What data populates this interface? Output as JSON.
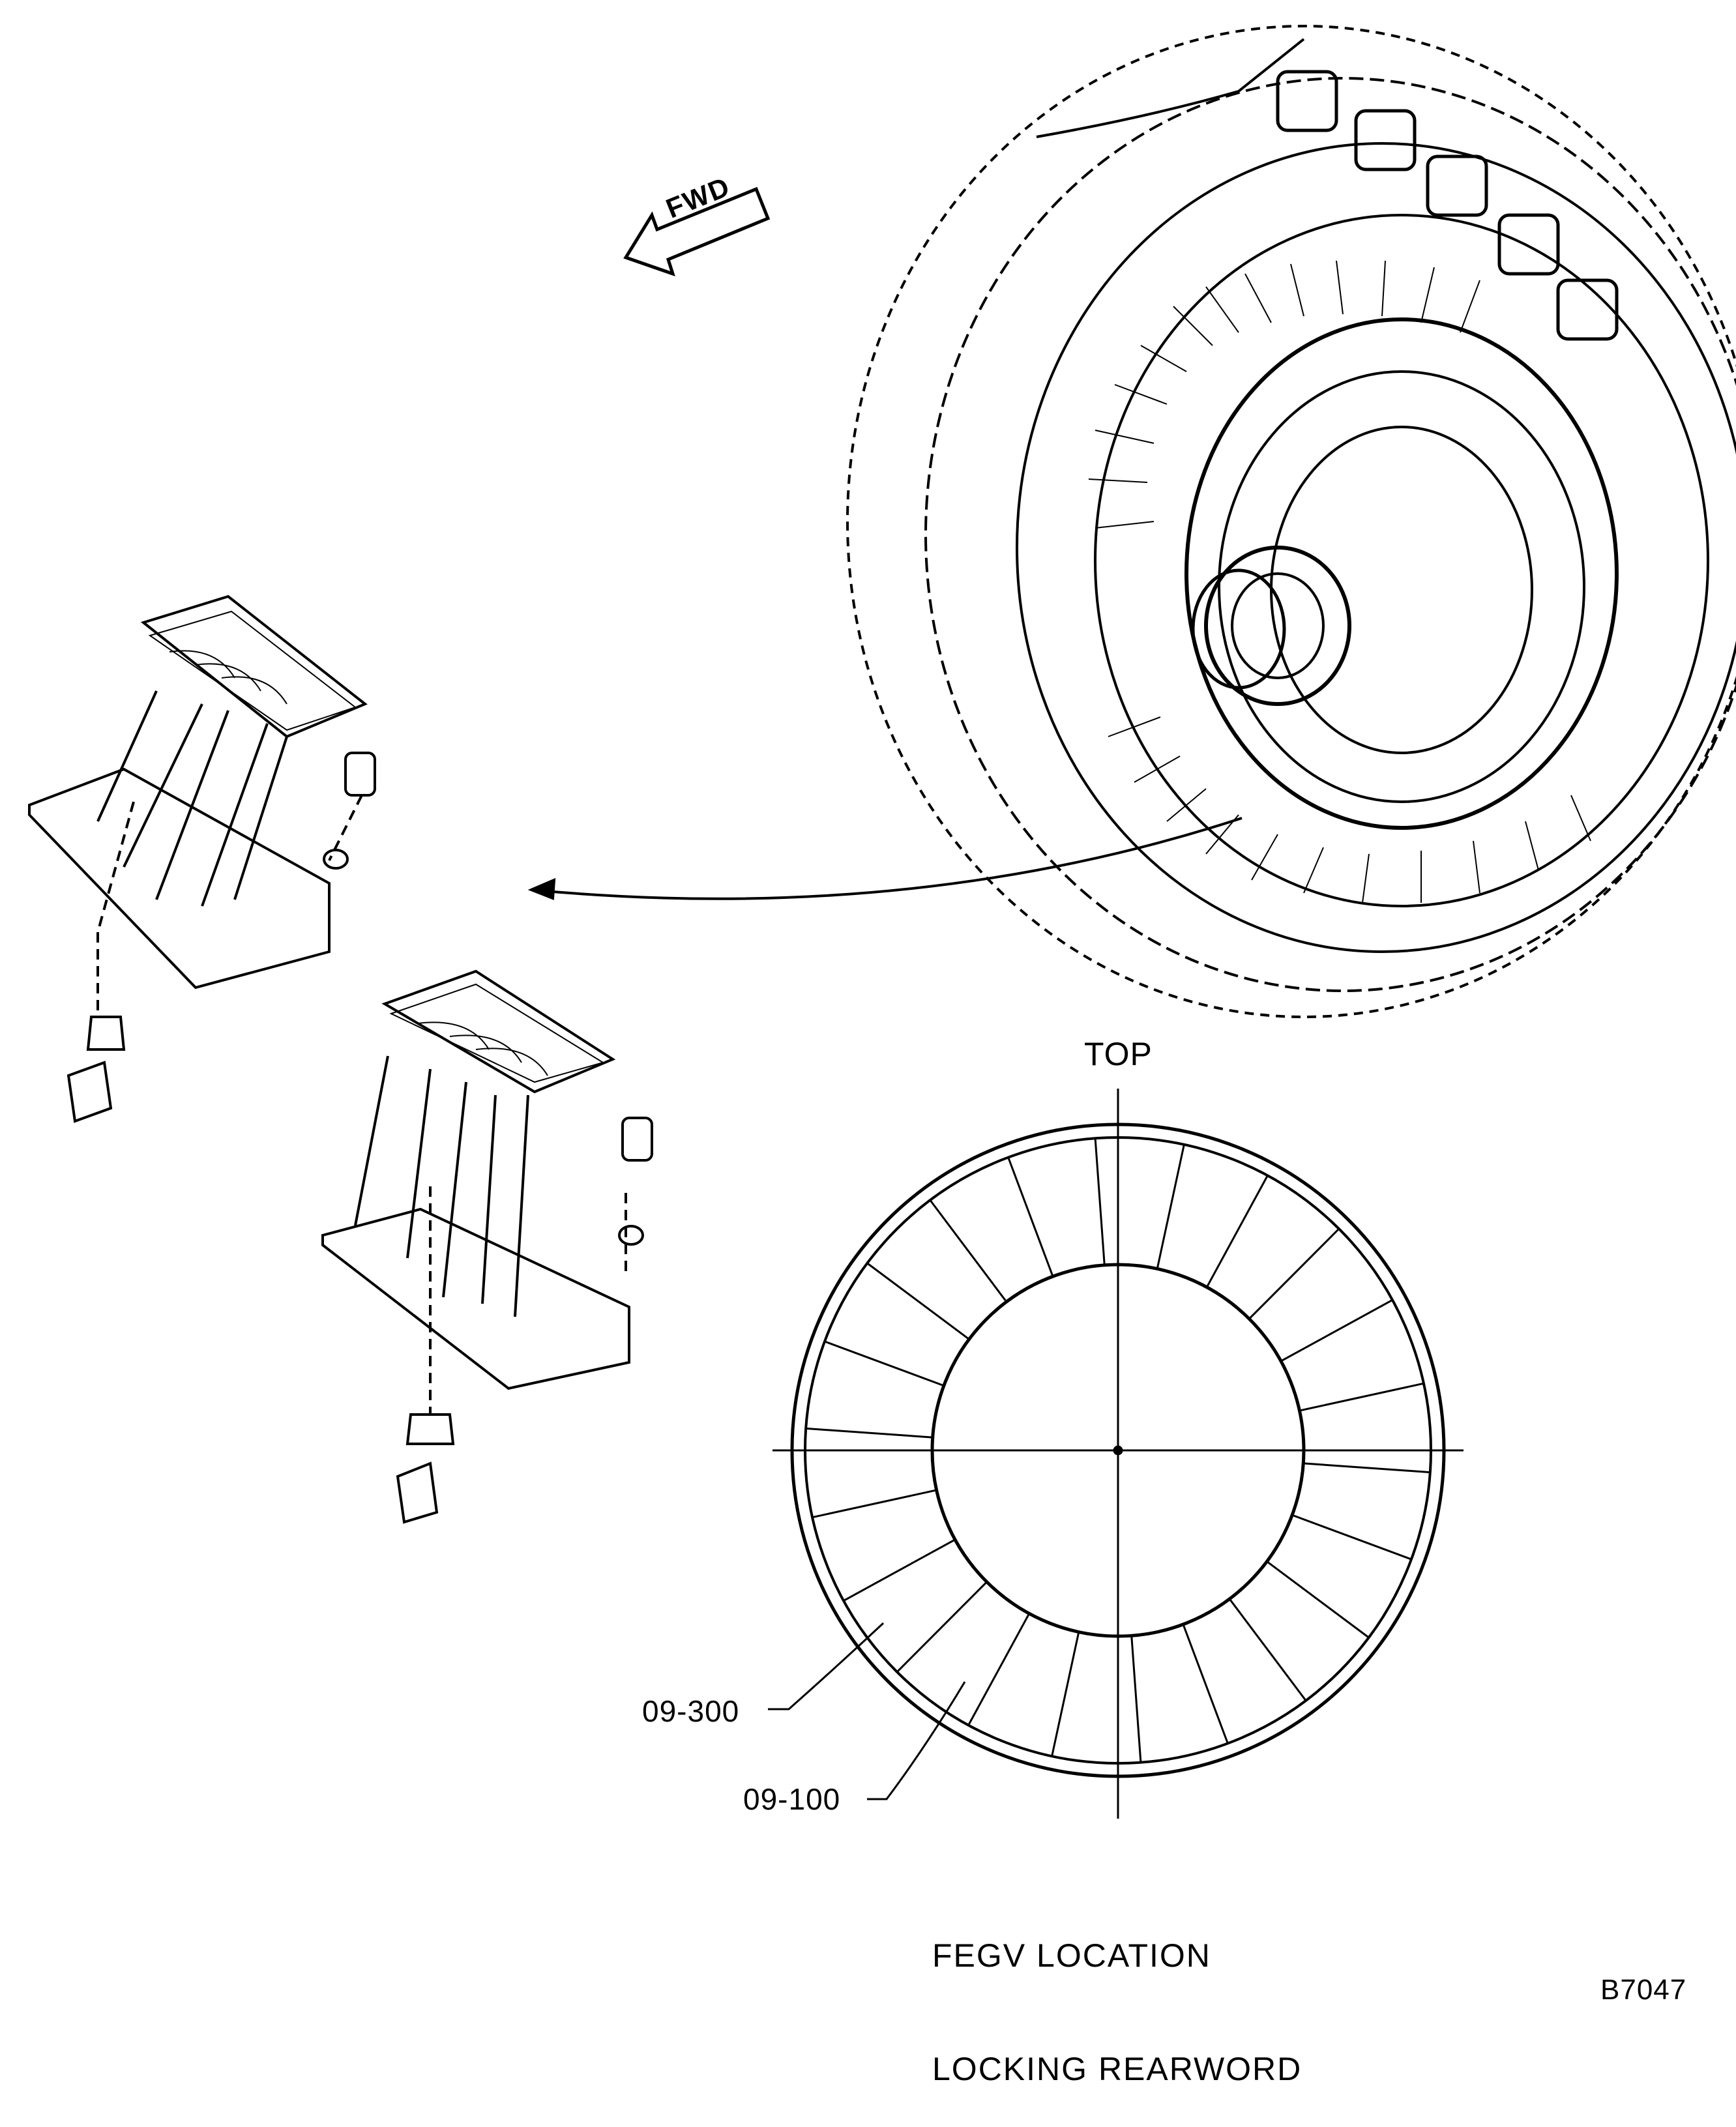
{
  "labels": {
    "fwd": "FWD",
    "top": "TOP",
    "ref_outer": "09-300",
    "ref_inner": "09-100",
    "caption_line1": "FEGV LOCATION",
    "caption_line2": "LOCKING REARWORD",
    "figure_id": "B7047"
  },
  "location_diagram": {
    "vane_count": 22
  }
}
